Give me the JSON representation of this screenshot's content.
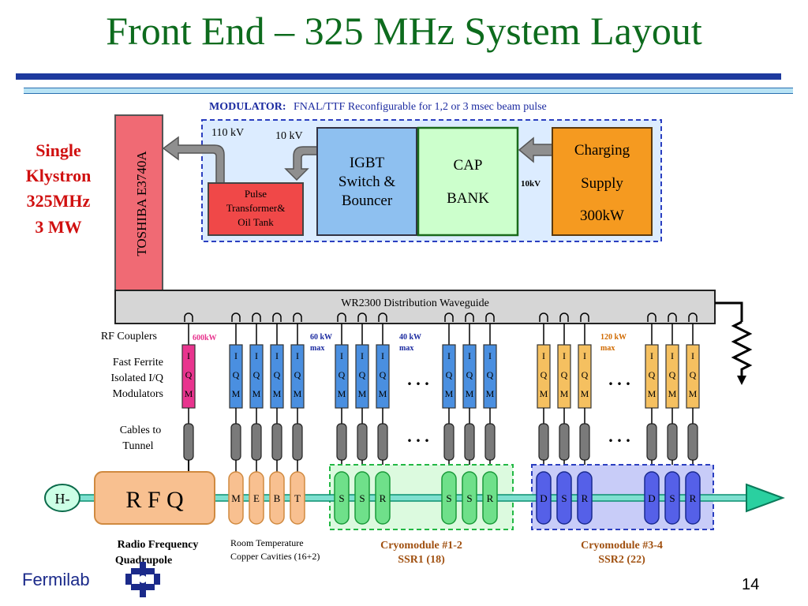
{
  "slide": {
    "title": "Front End – 325 MHz System Layout",
    "footer": "Fermilab",
    "page_number": "14"
  },
  "modulator": {
    "caption_bold": "MODULATOR:",
    "caption_text": "FNAL/TTF Reconfigurable for 1,2 or 3 msec beam pulse",
    "v110": "110 kV",
    "v10": "10 kV",
    "v10b": "10kV",
    "igbt": [
      "IGBT",
      "Switch &",
      "Bouncer"
    ],
    "cap": [
      "CAP",
      "BANK"
    ],
    "charging": [
      "Charging",
      "Supply",
      "300kW"
    ],
    "pulse": [
      "Pulse",
      "Transformer&",
      "Oil Tank"
    ]
  },
  "klystron": {
    "label": [
      "Single",
      "Klystron",
      "325MHz",
      "3 MW"
    ],
    "device": "TOSHIBA  E3740A"
  },
  "waveguide": {
    "label": "WR2300 Distribution Waveguide"
  },
  "left_labels": {
    "rf_couplers": "RF Couplers",
    "ferrite": [
      "Fast Ferrite",
      "Isolated I/Q",
      "Modulators"
    ],
    "cables": [
      "Cables to",
      "Tunnel"
    ]
  },
  "power_labels": {
    "p600": "600kW",
    "p60": [
      "60 kW",
      "max"
    ],
    "p40": [
      "40 kW",
      "max"
    ],
    "p120": [
      "120 kW",
      "max"
    ]
  },
  "iqm": {
    "letters": [
      "I",
      "Q",
      "M"
    ],
    "ellipsis": ". . ."
  },
  "beamline": {
    "hminus": "H-",
    "rfq": "R F Q",
    "rt_letters": [
      "M",
      "E",
      "B",
      "T"
    ],
    "ssr1_letters": [
      "S",
      "S",
      "R",
      "S",
      "S",
      "R"
    ],
    "ssr2_letters": [
      "D",
      "S",
      "R",
      "D",
      "S",
      "R"
    ]
  },
  "bottom_labels": {
    "rfq": [
      "Radio Frequency",
      "Quadrupole"
    ],
    "rt": [
      "Room Temperature",
      "Copper Cavities (16+2)"
    ],
    "cryo12": [
      "Cryomodule #1-2",
      "SSR1 (18)"
    ],
    "cryo34": [
      "Cryomodule #3-4",
      "SSR2 (22)"
    ]
  },
  "colors": {
    "title": "#0d6b1d",
    "label_red": "#d01010",
    "iqm_pink": "#e8348e",
    "iqm_blue": "#4a8fe0",
    "iqm_orange": "#f5c060",
    "cav_orange": "#f8c090",
    "cav_green": "#6fe08a",
    "cav_purple": "#5560e8",
    "cryo_text": "#a05010"
  }
}
